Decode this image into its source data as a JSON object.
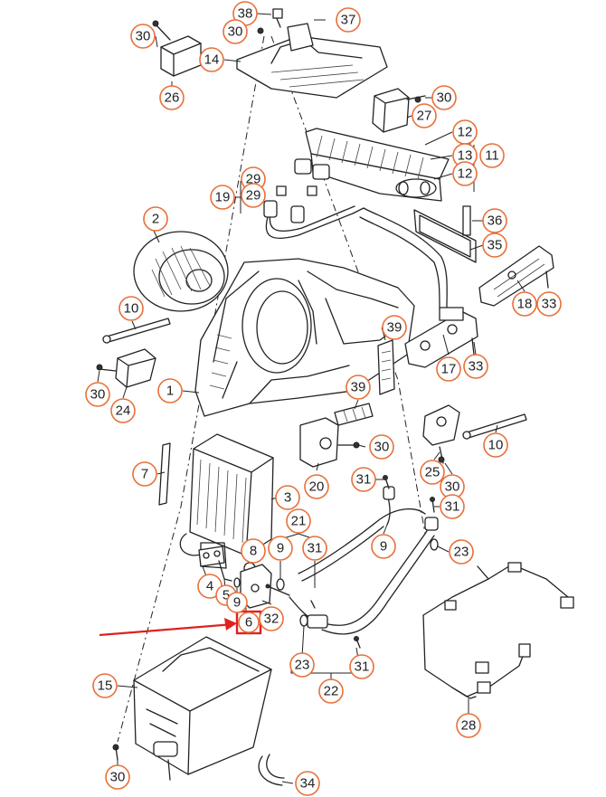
{
  "callouts": [
    {
      "id": "c30a",
      "label": "30"
    },
    {
      "id": "c26",
      "label": "26"
    },
    {
      "id": "c38",
      "label": "38"
    },
    {
      "id": "c30b",
      "label": "30"
    },
    {
      "id": "c37",
      "label": "37"
    },
    {
      "id": "c14",
      "label": "14"
    },
    {
      "id": "c30c",
      "label": "30"
    },
    {
      "id": "c27",
      "label": "27"
    },
    {
      "id": "c12a",
      "label": "12"
    },
    {
      "id": "c13",
      "label": "13"
    },
    {
      "id": "c11",
      "label": "11"
    },
    {
      "id": "c12b",
      "label": "12"
    },
    {
      "id": "c29a",
      "label": "29"
    },
    {
      "id": "c29b",
      "label": "29"
    },
    {
      "id": "c19",
      "label": "19"
    },
    {
      "id": "c2",
      "label": "2"
    },
    {
      "id": "c36",
      "label": "36"
    },
    {
      "id": "c35",
      "label": "35"
    },
    {
      "id": "c18",
      "label": "18"
    },
    {
      "id": "c33a",
      "label": "33"
    },
    {
      "id": "c10a",
      "label": "10"
    },
    {
      "id": "c39a",
      "label": "39"
    },
    {
      "id": "c17",
      "label": "17"
    },
    {
      "id": "c33b",
      "label": "33"
    },
    {
      "id": "c30d",
      "label": "30"
    },
    {
      "id": "c24",
      "label": "24"
    },
    {
      "id": "c1",
      "label": "1"
    },
    {
      "id": "c39b",
      "label": "39"
    },
    {
      "id": "c10b",
      "label": "10"
    },
    {
      "id": "c30e",
      "label": "30"
    },
    {
      "id": "c7",
      "label": "7"
    },
    {
      "id": "c20",
      "label": "20"
    },
    {
      "id": "c25",
      "label": "25"
    },
    {
      "id": "c30f",
      "label": "30"
    },
    {
      "id": "c31a",
      "label": "31"
    },
    {
      "id": "c3",
      "label": "3"
    },
    {
      "id": "c21",
      "label": "21"
    },
    {
      "id": "c31b",
      "label": "31"
    },
    {
      "id": "c9a",
      "label": "9"
    },
    {
      "id": "c31c",
      "label": "31"
    },
    {
      "id": "c8",
      "label": "8"
    },
    {
      "id": "c9b",
      "label": "9"
    },
    {
      "id": "c23a",
      "label": "23"
    },
    {
      "id": "c4",
      "label": "4"
    },
    {
      "id": "c5",
      "label": "5"
    },
    {
      "id": "c9c",
      "label": "9"
    },
    {
      "id": "c32",
      "label": "32"
    },
    {
      "id": "c6",
      "label": "6"
    },
    {
      "id": "c23b",
      "label": "23"
    },
    {
      "id": "c31d",
      "label": "31"
    },
    {
      "id": "c15",
      "label": "15"
    },
    {
      "id": "c22",
      "label": "22"
    },
    {
      "id": "c28",
      "label": "28"
    },
    {
      "id": "c30g",
      "label": "30"
    },
    {
      "id": "c34",
      "label": "34"
    }
  ],
  "colors": {
    "callout_ring": "#e8703a",
    "highlight": "#e02020",
    "linework": "#222222"
  }
}
